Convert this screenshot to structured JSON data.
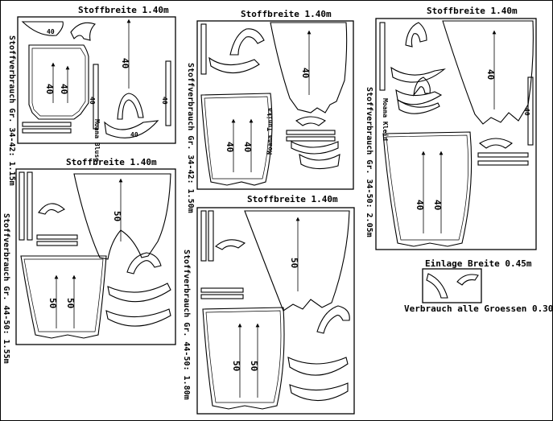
{
  "sheets": [
    {
      "title": "Stoffbreite 1.40m",
      "consumption": "Stoffverbrauch Gr. 34-42: 1.15m",
      "label": "Moana Bluse",
      "size_mark": "40"
    },
    {
      "title": "Stoffbreite 1.40m",
      "consumption": "Stoffverbrauch Gr. 34-42: 1.50m",
      "label": "Moana Tunika",
      "size_mark": "40"
    },
    {
      "title": "Stoffbreite 1.40m",
      "consumption": "Stoffverbrauch Gr. 34-50: 2.05m",
      "label": "Moana Kleid",
      "size_mark": "40"
    },
    {
      "title": "Stoffbreite 1.40m",
      "consumption": "Stoffverbrauch Gr. 44-50: 1.55m",
      "size_mark": "50"
    },
    {
      "title": "Stoffbreite 1.40m",
      "consumption": "Stoffverbrauch Gr. 44-50: 1.80m",
      "size_mark": "50"
    }
  ],
  "interfacing": {
    "title": "Einlage Breite 0.45m",
    "consumption": "Verbrauch alle Groessen 0.30m"
  }
}
